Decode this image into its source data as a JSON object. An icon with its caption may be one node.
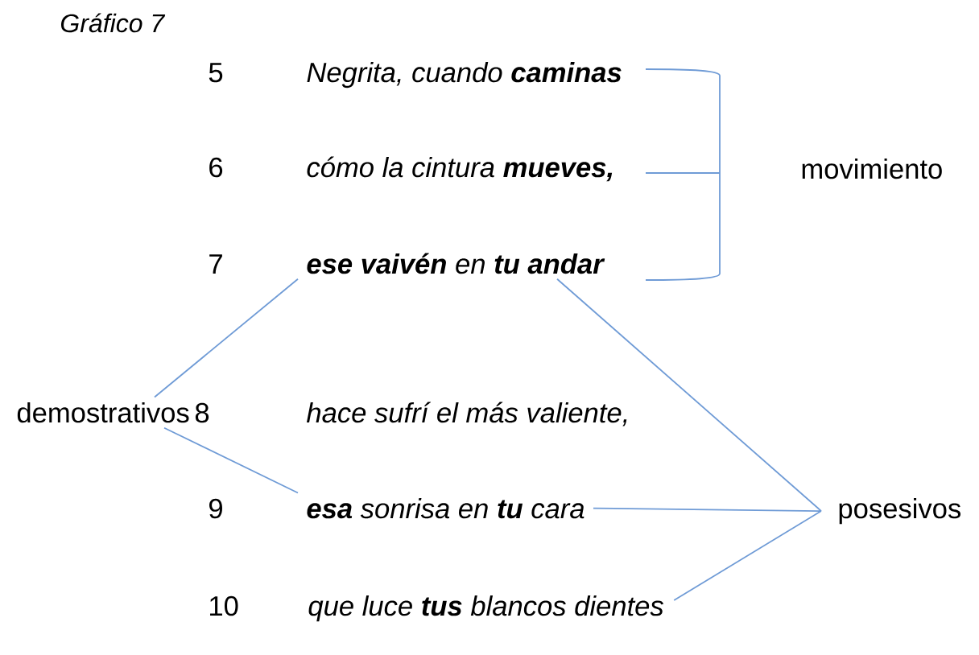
{
  "diagram": {
    "title": "Gráfico 7",
    "nodes": [
      {
        "text": [
          "**ese vaivén** en **tu andar**"
        ]
      },
      {
        "text": [
          "demostrativos"
        ]
      },
      {
        "text": [
          "**esa** sonrisa en **tu** cara"
        ]
      },
      {
        "text": [
          "posesivos"
        ]
      },
      {
        "text": [
          "que luce **tus** blancos dientes"
        ]
      }
    ],
    "edges": [
      {
        "from": 1,
        "to": 0,
        "arrow": "none"
      },
      {
        "from": 1,
        "to": 2,
        "arrow": "none"
      },
      {
        "from": 0,
        "to": 3,
        "arrow": "none"
      },
      {
        "from": 2,
        "to": 3,
        "arrow": "none"
      },
      {
        "from": 4,
        "to": 3,
        "arrow": "none"
      }
    ],
    "labels": [
      "5",
      "Negrita, cuando **caminas**",
      "6",
      "cómo la cintura **mueves,**",
      "movimiento",
      "7",
      "8",
      "hace sufrí el más valiente,",
      "9",
      "10"
    ]
  }
}
